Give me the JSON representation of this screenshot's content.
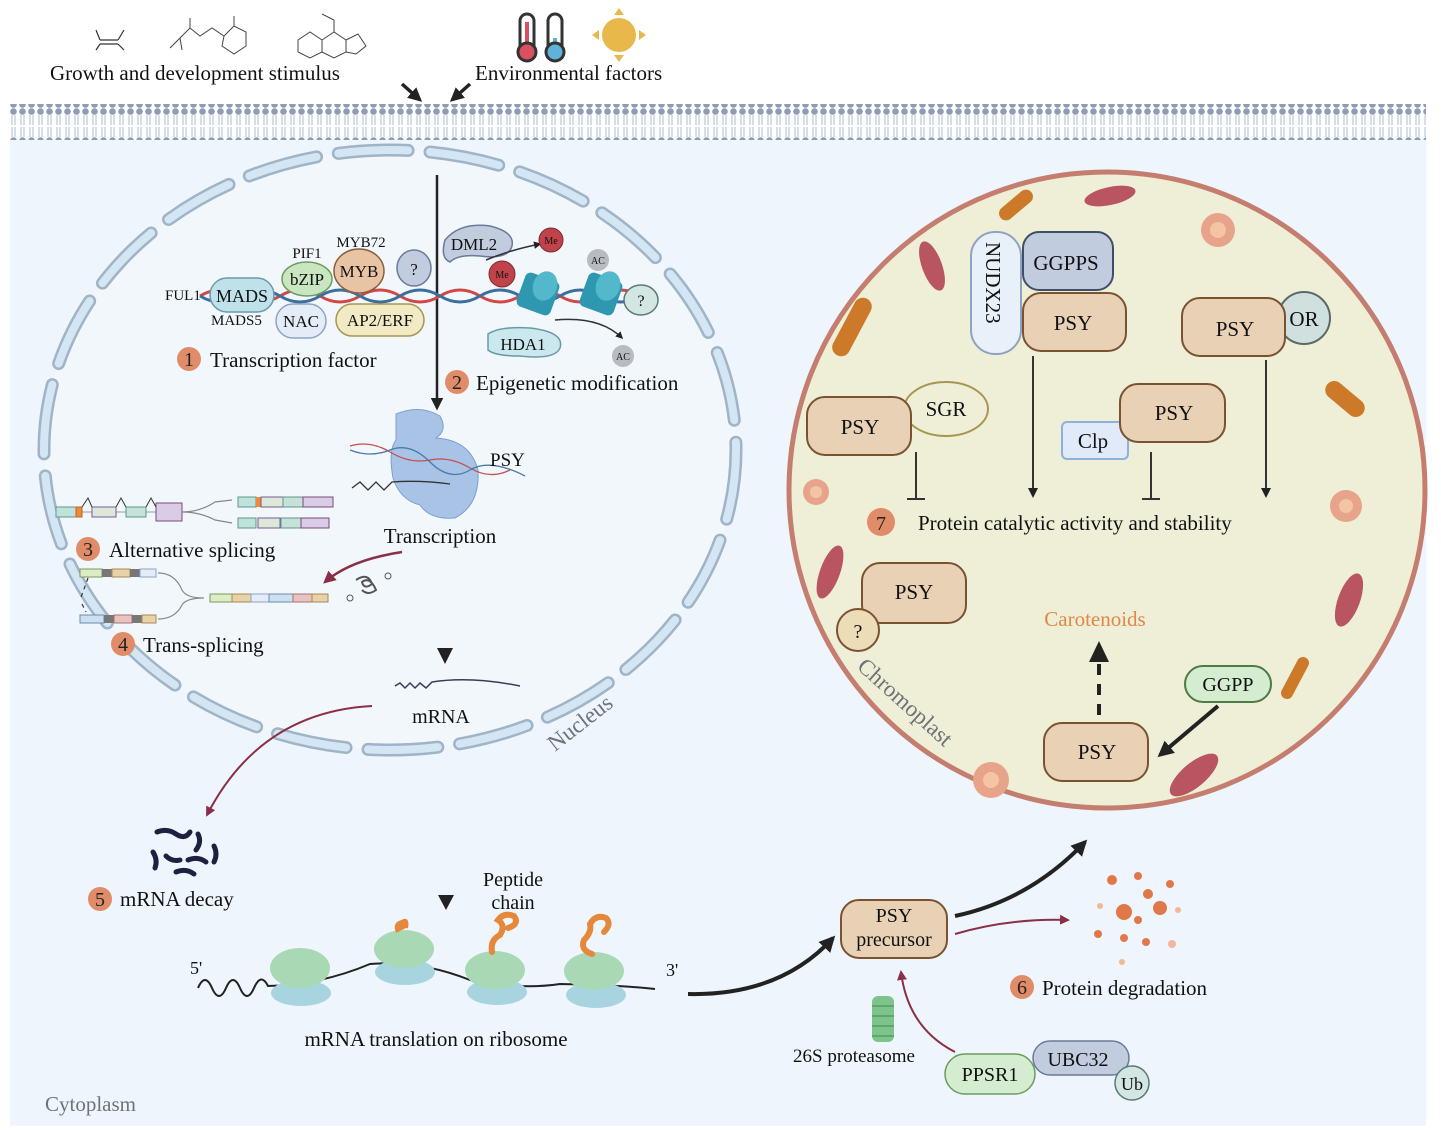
{
  "stimuli": {
    "growth_label": "Growth and development stimulus",
    "environment_label": "Environmental factors",
    "molecules": [
      "ethylene-structure",
      "abscisic-acid-structure",
      "gibberellin-structure"
    ],
    "environment_icons": [
      "thermometer-hot",
      "thermometer-cold",
      "sun"
    ]
  },
  "compartments": {
    "cytoplasm": "Cytoplasm",
    "nucleus": "Nucleus",
    "chromoplast": "Chromoplast"
  },
  "transcription_factors": {
    "step": "1",
    "title": "Transcription factor",
    "ful1": "FUL1",
    "mads": "MADS",
    "mads5": "MADS5",
    "pif1": "PIF1",
    "bzip": "bZIP",
    "myb72": "MYB72",
    "myb": "MYB",
    "unknown": "?",
    "nac": "NAC",
    "ap2erf": "AP2/ERF"
  },
  "epigenetic": {
    "step": "2",
    "title": "Epigenetic modification",
    "dml2": "DML2",
    "me": "Me",
    "ac": "AC",
    "hda1": "HDA1",
    "unknown": "?"
  },
  "transcription": {
    "gene": "PSY",
    "label": "Transcription"
  },
  "splicing": {
    "alt_step": "3",
    "alt_title": "Alternative splicing",
    "trans_step": "4",
    "trans_title": "Trans-splicing"
  },
  "mrna": {
    "label": "mRNA",
    "decay_step": "5",
    "decay_title": "mRNA decay"
  },
  "translation": {
    "peptide_label_1": "Peptide",
    "peptide_label_2": "chain",
    "five_prime": "5'",
    "three_prime": "3'",
    "label": "mRNA translation on  ribosome"
  },
  "degradation": {
    "precursor_1": "PSY",
    "precursor_2": "precursor",
    "proteasome": "26S proteasome",
    "ppsr1": "PPSR1",
    "ubc32": "UBC32",
    "ub": "Ub",
    "step": "6",
    "title": "Protein degradation"
  },
  "chromoplast_content": {
    "nudx23": "NUDX23",
    "ggpps": "GGPPS",
    "psy": "PSY",
    "or": "OR",
    "sgr": "SGR",
    "clp": "Clp",
    "step": "7",
    "title": "Protein catalytic activity and stability",
    "unknown": "?",
    "carotenoids": "Carotenoids",
    "ggpp": "GGPP"
  },
  "colors": {
    "cytoplasm_bg": "#eef5fc",
    "membrane": "#8e9db3",
    "nucleus_envelope": "#d4e6f4",
    "nucleus_stroke": "#9fb4c6",
    "chromoplast_fill": "#efeed6",
    "chromoplast_stroke": "#c47d6e",
    "psy_fill": "#e8d1b5",
    "psy_stroke": "#7a5230",
    "badge": "#e08c68",
    "carotenoids_text": "#e0884a",
    "degradation_arrow": "#8a2f45"
  }
}
